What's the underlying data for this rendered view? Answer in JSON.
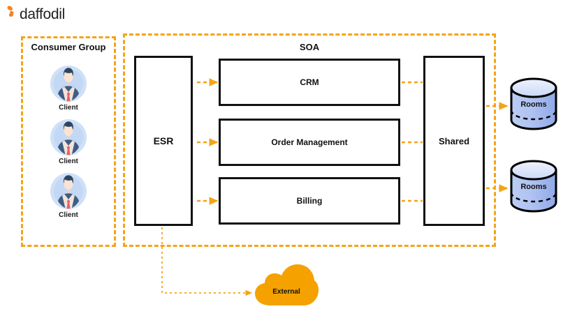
{
  "brand": {
    "name": "daffodil",
    "mark_icon": "daffodil-butterfly-icon",
    "mark_color": "#F5821F",
    "text_color": "#231f20"
  },
  "colors": {
    "accent_orange": "#F5A316",
    "cloud_orange": "#F5A100",
    "box_outline": "#111111",
    "db_body": "#A8BEF0",
    "db_top": "#DDE6FA"
  },
  "groups": [
    {
      "id": "consumer-group",
      "title": "Consumer Group",
      "style": "dashed"
    },
    {
      "id": "soa",
      "title": "SOA",
      "style": "dashed"
    }
  ],
  "consumer_group": {
    "title": "Consumer Group",
    "clients": [
      {
        "label": "Client",
        "icon": "user-avatar-icon"
      },
      {
        "label": "Client",
        "icon": "user-avatar-icon"
      },
      {
        "label": "Client",
        "icon": "user-avatar-icon"
      }
    ]
  },
  "soa": {
    "title": "SOA",
    "bus": {
      "label": "ESR"
    },
    "services": [
      {
        "label": "CRM"
      },
      {
        "label": "Order Management"
      },
      {
        "label": "Billing"
      }
    ],
    "shared": {
      "label": "Shared"
    }
  },
  "databases": [
    {
      "label": "Rooms",
      "icon": "database-cylinder-icon"
    },
    {
      "label": "Rooms",
      "icon": "database-cylinder-icon"
    }
  ],
  "external": {
    "label": "External",
    "icon": "cloud-icon"
  },
  "connectors": [
    {
      "from": "ESR",
      "to": "CRM",
      "style": "dashed",
      "arrow": true
    },
    {
      "from": "ESR",
      "to": "Order Management",
      "style": "dashed",
      "arrow": true
    },
    {
      "from": "ESR",
      "to": "Billing",
      "style": "dashed",
      "arrow": true
    },
    {
      "from": "CRM",
      "to": "Shared",
      "style": "dashed",
      "arrow": false
    },
    {
      "from": "Order Management",
      "to": "Shared",
      "style": "dashed",
      "arrow": false
    },
    {
      "from": "Billing",
      "to": "Shared",
      "style": "dashed",
      "arrow": false
    },
    {
      "from": "Shared",
      "to": "Rooms",
      "style": "dashed",
      "arrow": true
    },
    {
      "from": "Shared",
      "to": "Rooms",
      "style": "dashed",
      "arrow": true
    },
    {
      "from": "ESR",
      "to": "External",
      "style": "dotted",
      "arrow": true
    }
  ]
}
